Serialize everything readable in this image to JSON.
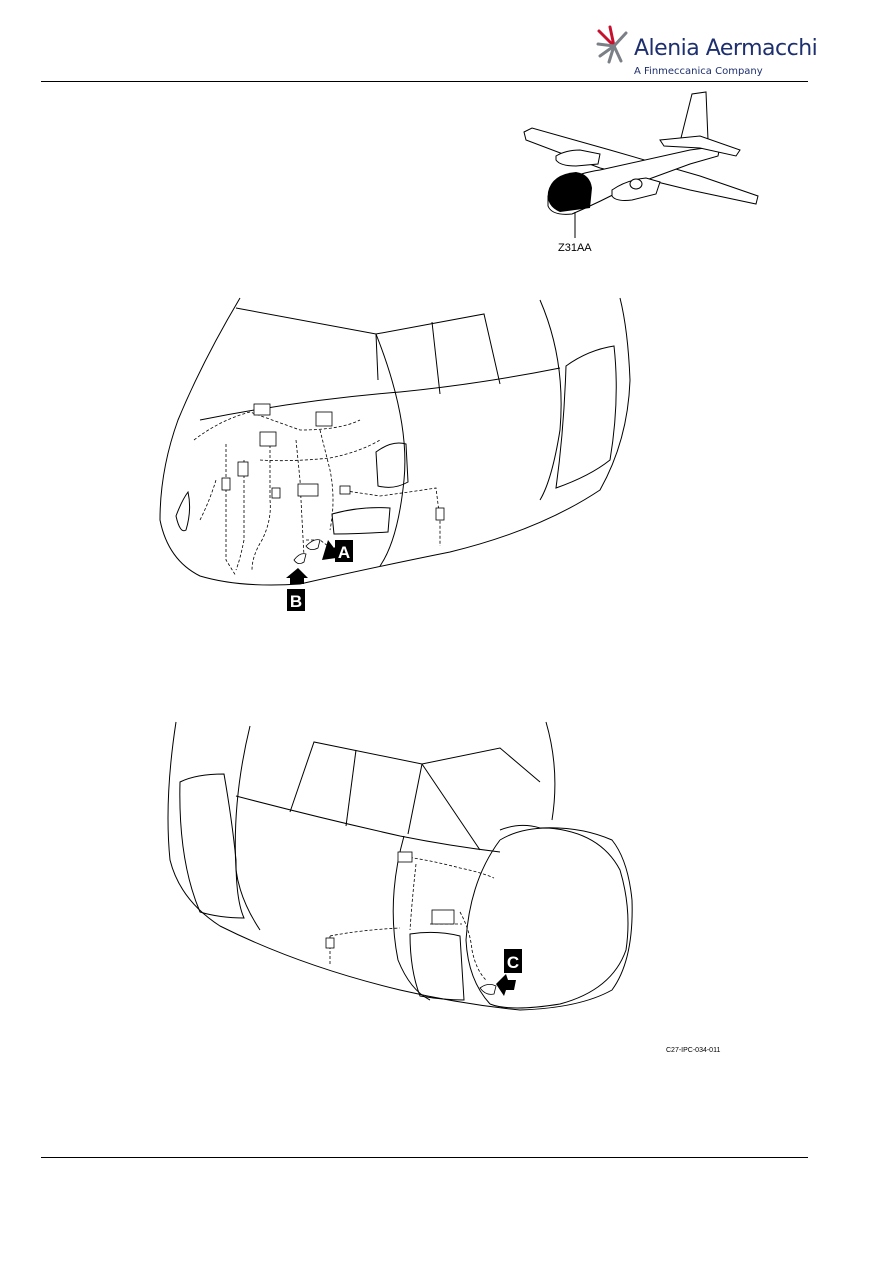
{
  "header": {
    "brand_name": "Alenia Aermacchi",
    "brand_tagline": "A Finmeccanica Company",
    "brand_color": "#1d2f6e",
    "logo_icon": "alenia-aermacchi-logo-icon"
  },
  "locator": {
    "zone_label": "Z31AA"
  },
  "views": {
    "upper_callouts": [
      "A",
      "B"
    ],
    "lower_callouts": [
      "C"
    ]
  },
  "figure": {
    "reference": "C27-IPC-034-011"
  }
}
